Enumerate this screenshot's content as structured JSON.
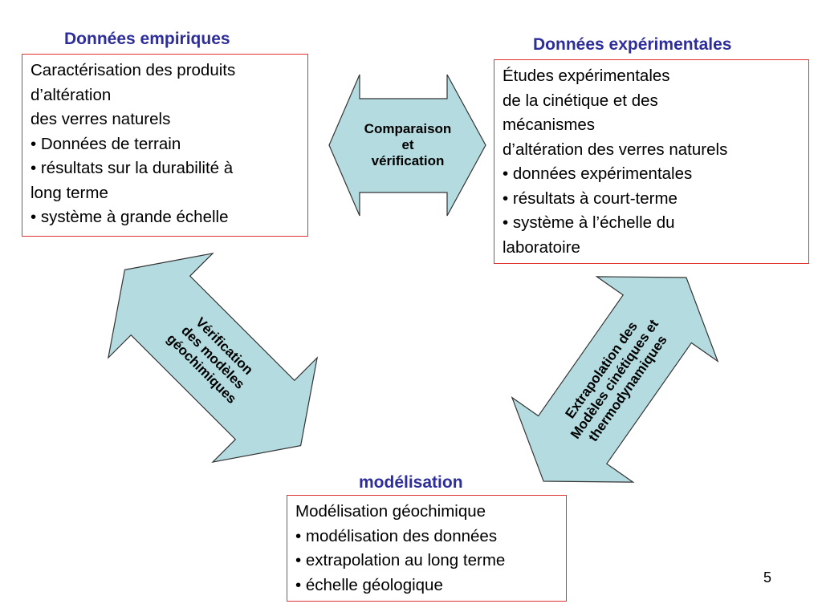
{
  "headings": {
    "empirical": "Données empiriques",
    "experimental": "Données expérimentales",
    "modeling": "modélisation"
  },
  "empirical_box": {
    "lines": [
      "Caractérisation des produits",
      "d’altération",
      "des verres naturels",
      "• Données de terrain",
      "• résultats sur la durabilité à",
      "long terme",
      "• système à grande échelle"
    ]
  },
  "experimental_box": {
    "lines": [
      "Études expérimentales",
      "de la cinétique et des",
      "mécanismes",
      "d’altération des verres naturels",
      "• données expérimentales",
      "• résultats à court-terme",
      "• système à l’échelle du",
      "laboratoire"
    ]
  },
  "modeling_box": {
    "lines": [
      "Modélisation géochimique",
      "• modélisation des données",
      "• extrapolation au long terme",
      "• échelle géologique"
    ]
  },
  "arrows": {
    "comparison": [
      "Comparaison",
      "et",
      "vérification"
    ],
    "verification": [
      "Vérification",
      "des modèles",
      "géochimiques"
    ],
    "extrapolation": [
      "Extrapolation des",
      "Modèles cinétiques et",
      "thermodynamiques"
    ]
  },
  "colors": {
    "heading": "#2e2e9a",
    "box_border": "#e03030",
    "arrow_fill": "#b4dce0",
    "arrow_stroke": "#333333"
  },
  "page_number": "5"
}
